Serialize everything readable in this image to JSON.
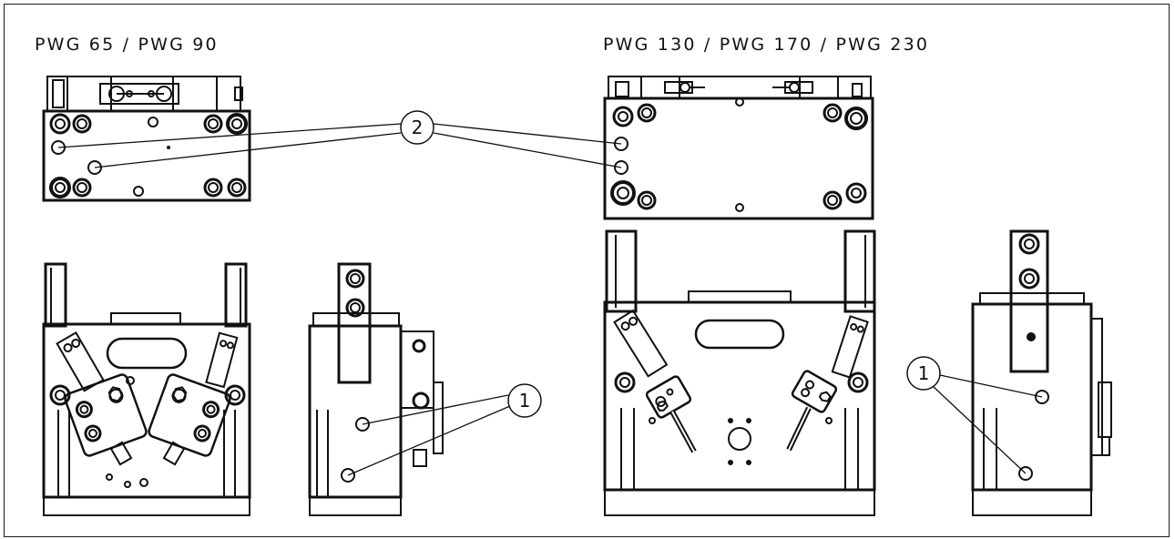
{
  "titles": {
    "left": "PWG 65 / PWG 90",
    "right": "PWG 130 / PWG 170 / PWG 230"
  },
  "callouts": {
    "upper": "2",
    "lower_left": "1",
    "lower_right": "1"
  },
  "colors": {
    "line": "#111111",
    "background": "#ffffff"
  }
}
